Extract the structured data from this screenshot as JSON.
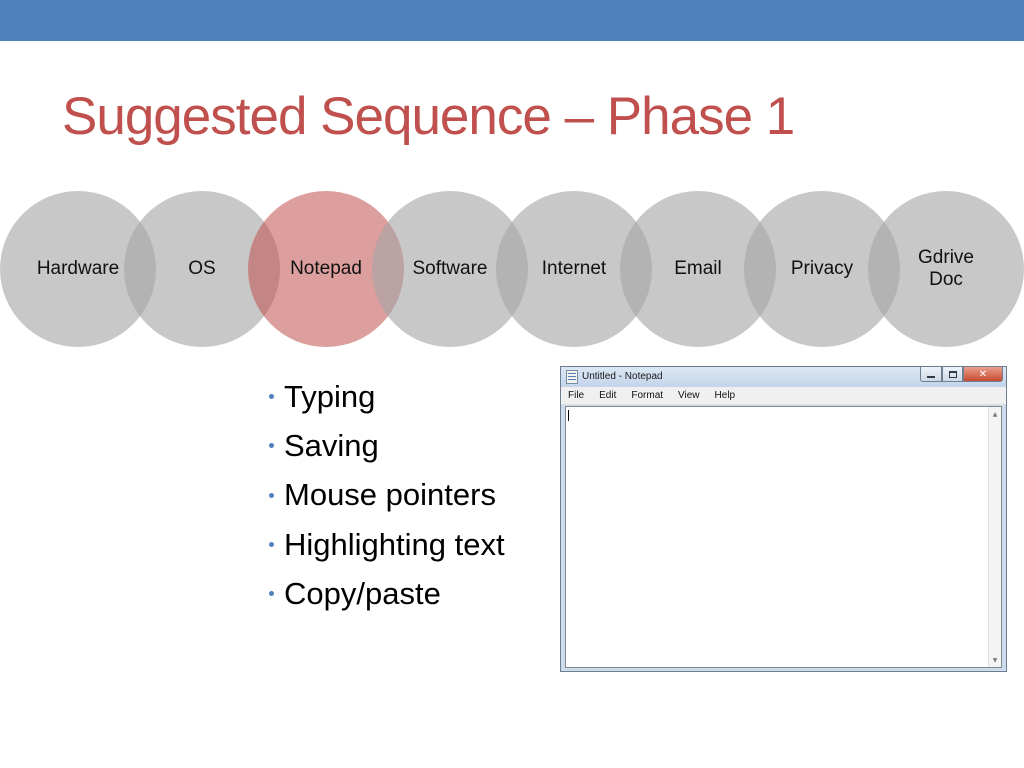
{
  "slide": {
    "title": "Suggested Sequence – Phase 1",
    "accent_color": "#4f81bd",
    "title_color": "#c0504d"
  },
  "sequence": {
    "items": [
      {
        "label": "Hardware",
        "active": false
      },
      {
        "label": "OS",
        "active": false
      },
      {
        "label": "Notepad",
        "active": true
      },
      {
        "label": "Software",
        "active": false
      },
      {
        "label": "Internet",
        "active": false
      },
      {
        "label": "Email",
        "active": false
      },
      {
        "label": "Privacy",
        "active": false
      },
      {
        "label": "Gdrive\nDoc",
        "active": false
      }
    ],
    "circle_color": "#a6a6a6",
    "active_color": "#c0504d"
  },
  "bullets": [
    "Typing",
    "Saving",
    "Mouse pointers",
    "Highlighting text",
    "Copy/paste"
  ],
  "notepad": {
    "window_title": "Untitled - Notepad",
    "app_icon": "notepad-icon",
    "controls": {
      "minimize": "minimize-icon",
      "maximize": "maximize-icon",
      "close": "✕"
    },
    "menu": [
      "File",
      "Edit",
      "Format",
      "View",
      "Help"
    ],
    "content": "",
    "scroll_up": "▲",
    "scroll_down": "▼"
  }
}
